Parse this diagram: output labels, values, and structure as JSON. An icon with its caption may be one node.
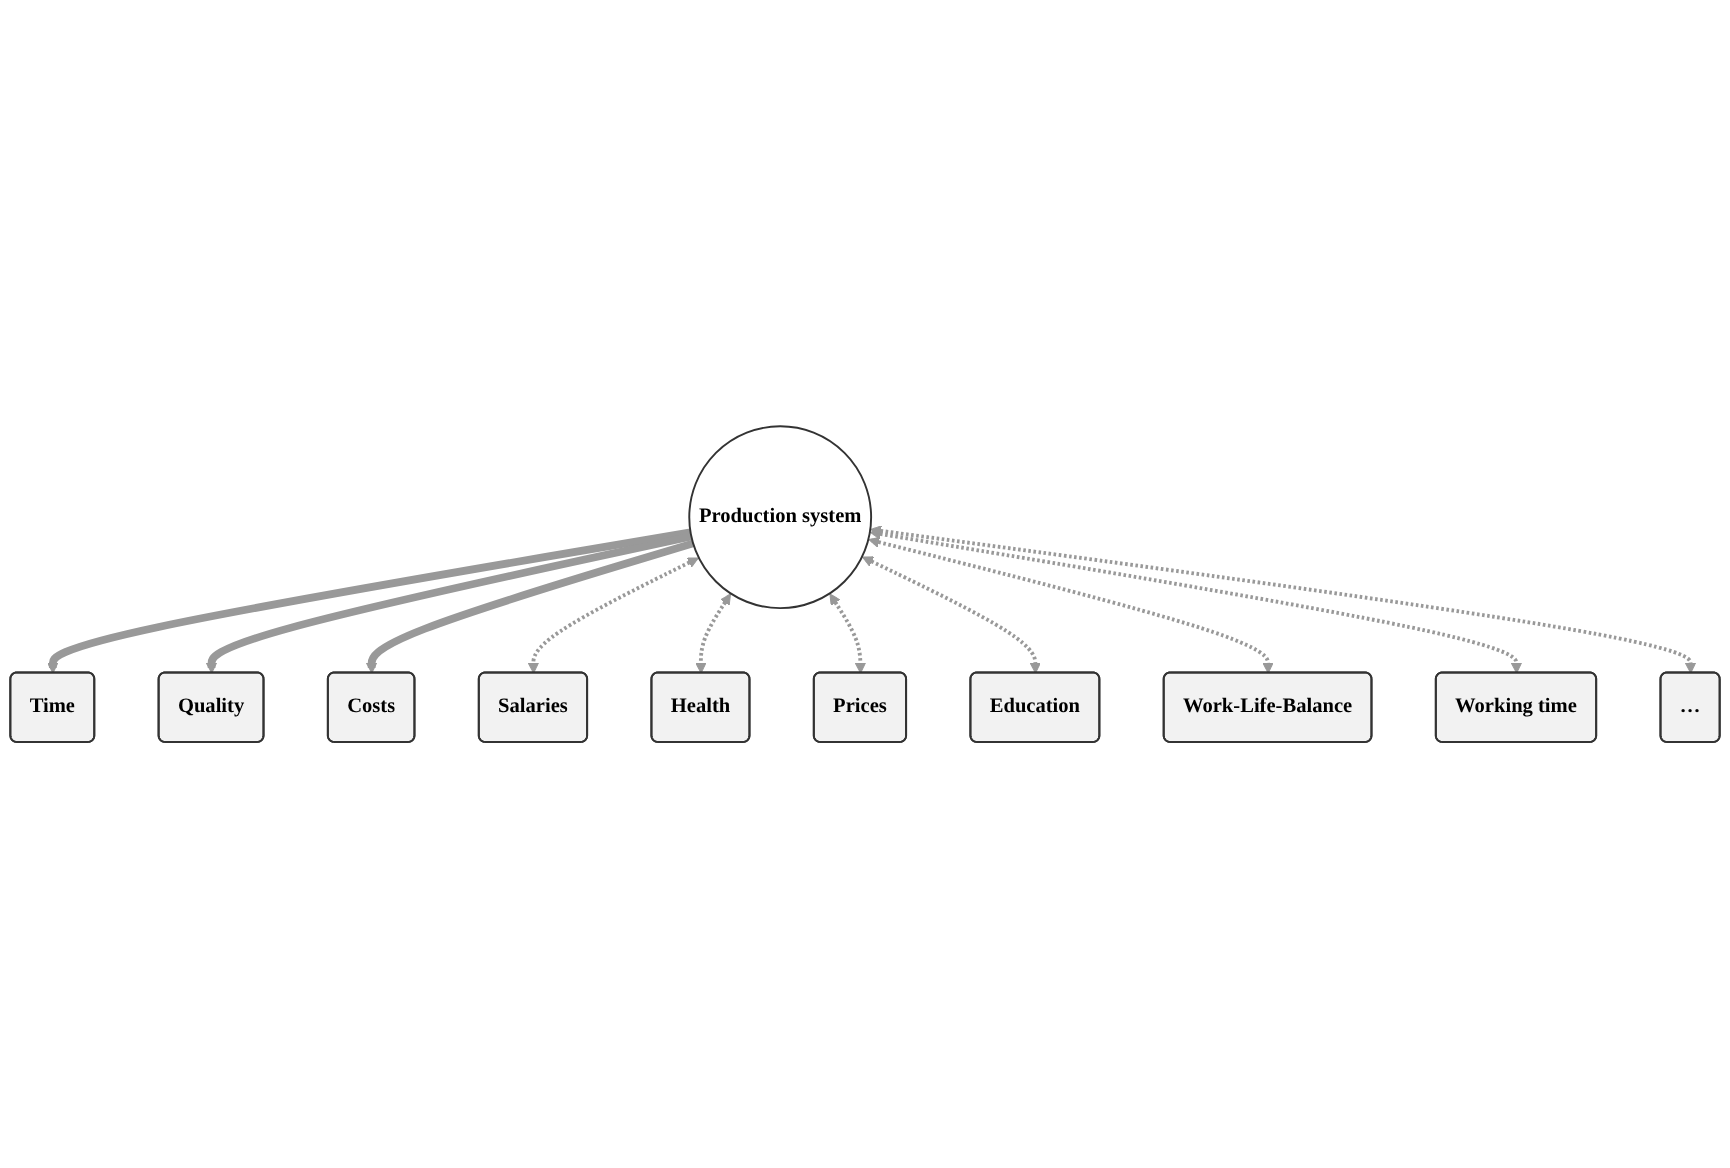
{
  "diagram": {
    "nodes": [
      {
        "text": [
          "Production system"
        ]
      },
      {
        "text": [
          "Time"
        ]
      },
      {
        "text": [
          "Quality"
        ]
      },
      {
        "text": [
          "Costs"
        ]
      },
      {
        "text": [
          "Salaries"
        ]
      },
      {
        "text": [
          "Health"
        ]
      },
      {
        "text": [
          "Prices"
        ]
      },
      {
        "text": [
          "Education"
        ]
      },
      {
        "text": [
          "Work-Life-Balance"
        ]
      },
      {
        "text": [
          "Working time"
        ]
      },
      {
        "text": [
          "…"
        ]
      }
    ],
    "edges": [
      {
        "from": 0,
        "to": 1,
        "arrow": "to",
        "style": "thick"
      },
      {
        "from": 0,
        "to": 2,
        "arrow": "to",
        "style": "thick"
      },
      {
        "from": 0,
        "to": 3,
        "arrow": "to",
        "style": "thick"
      },
      {
        "from": 0,
        "to": 4,
        "arrow": "both",
        "style": "dashed"
      },
      {
        "from": 0,
        "to": 5,
        "arrow": "both",
        "style": "dashed"
      },
      {
        "from": 0,
        "to": 6,
        "arrow": "both",
        "style": "dashed"
      },
      {
        "from": 0,
        "to": 7,
        "arrow": "both",
        "style": "dashed"
      },
      {
        "from": 0,
        "to": 8,
        "arrow": "both",
        "style": "dashed"
      },
      {
        "from": 0,
        "to": 9,
        "arrow": "both",
        "style": "dashed"
      },
      {
        "from": 0,
        "to": 10,
        "arrow": "both",
        "style": "dashed"
      }
    ]
  }
}
